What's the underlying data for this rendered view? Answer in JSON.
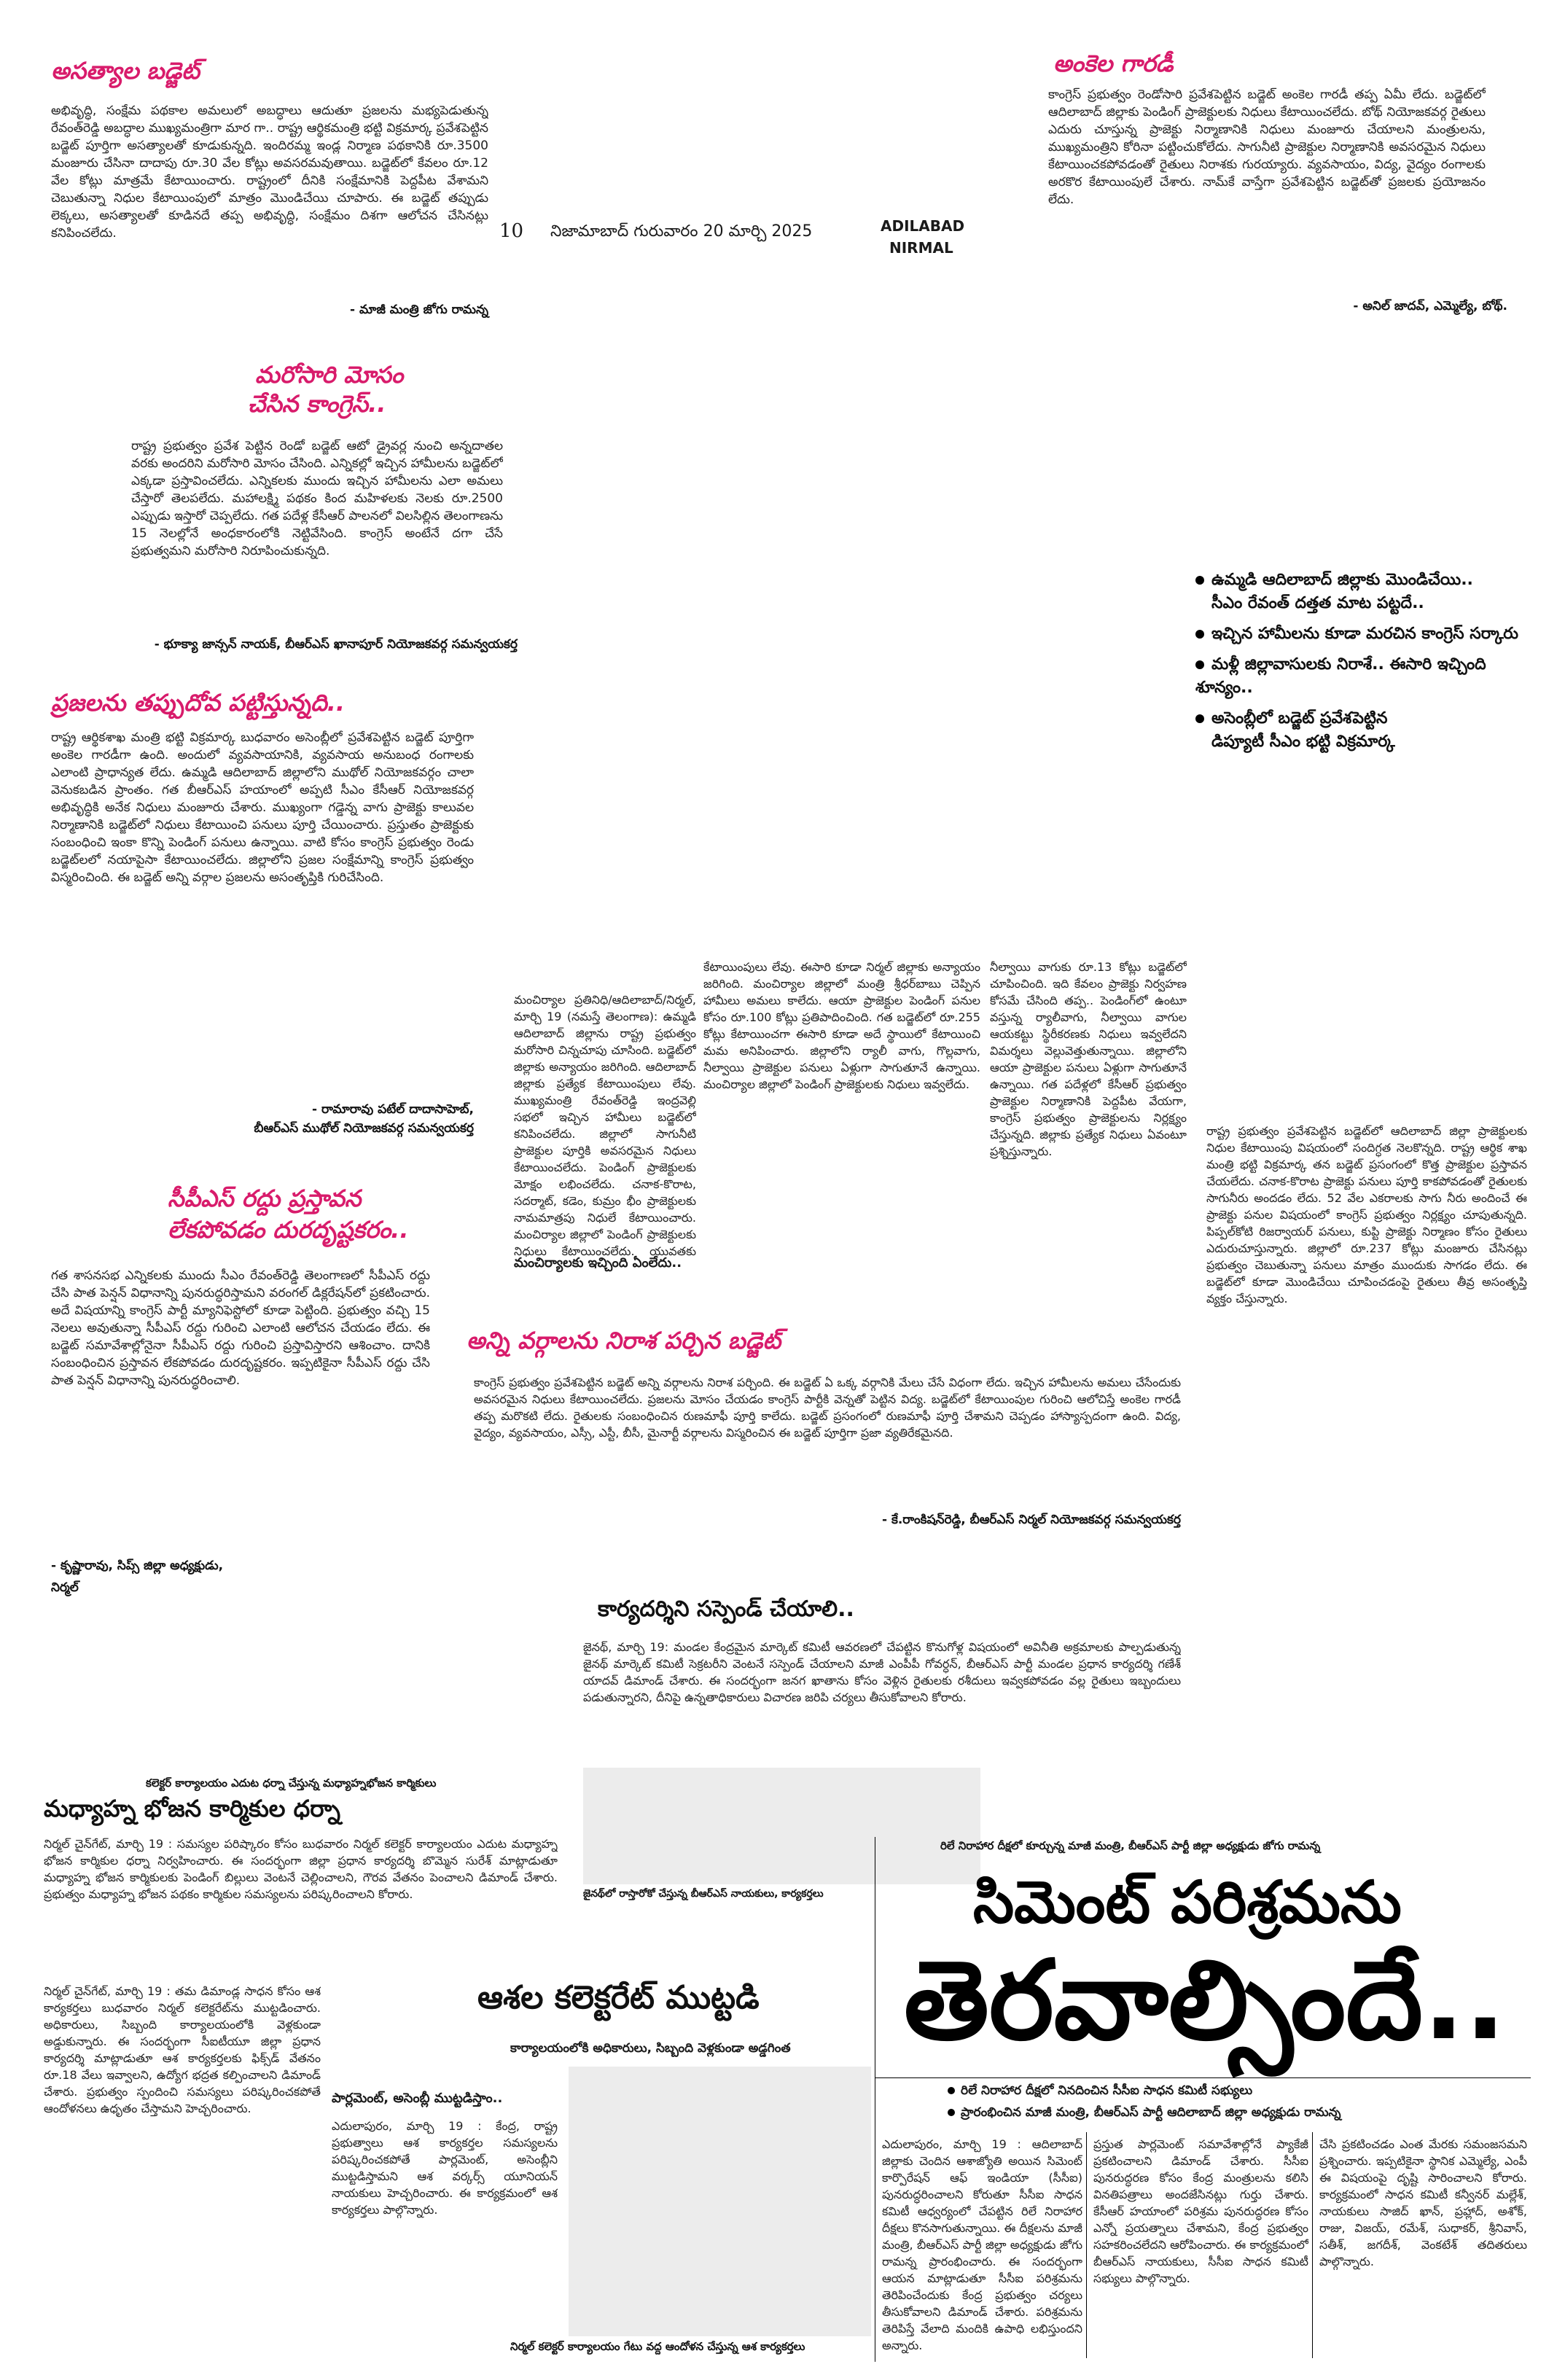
{
  "masthead": {
    "page_no": "10",
    "dateline": "నిజామాబాద్ గురువారం 20 మార్చి 2025",
    "edition_line1": "ADILABAD",
    "edition_line2": "NIRMAL"
  },
  "article1": {
    "headline": "అసత్యాల బడ్జెట్",
    "body": "అభివృద్ధి, సంక్షేమ పథకాల అమలులో అబద్ధాలు ఆదుతూ ప్రజలను మభ్యపెడుతున్న రేవంత్‌రెడ్డి అబద్ధాల ముఖ్యమంత్రిగా మార గా.. రాష్ట్ర ఆర్థికమంత్రి భట్టి విక్రమార్క ప్రవేశపెట్టిన బడ్జెట్ పూర్తిగా అసత్యాలతో కూడుకున్నది. ఇందిరమ్మ ఇండ్ల నిర్మాణ పథకానికి రూ.3500 మంజూరు చేసినా దాదాపు రూ.30 వేల కోట్లు అవసరమవుతాయి. బడ్జెట్‌లో కేవలం రూ.12 వేల కోట్లు మాత్రమే కేటాయించారు. రాష్ట్రంలో దీనికి సంక్షేమానికి పెద్దపీట వేశామని చెబుతున్నా నిధుల కేటాయింపులో మాత్రం మొండిచేయి చూపారు. ఈ బడ్జెట్ తప్పుడు లెక్కలు, అసత్యాలతో కూడినదే తప్ప అభివృద్ధి, సంక్షేమం దిశగా ఆలోచన చేసినట్లు కనిపించలేదు.",
    "byline": "- మాజీ మంత్రి జోగు రామన్న"
  },
  "article2": {
    "headline": "అంకెల గారడీ",
    "body": "కాంగ్రెస్ ప్రభుత్వం రెండోసారి ప్రవేశపెట్టిన బడ్జెట్ అంకెల గారడీ తప్ప ఏమీ లేదు. బడ్జెట్‌లో ఆదిలాబాద్ జిల్లాకు పెండింగ్ ప్రాజెక్టులకు నిధులు కేటాయించలేదు. బోథ్ నియోజకవర్గ రైతులు ఎదురు చూస్తున్న ప్రాజెక్టు నిర్మాణానికి నిధులు మంజూరు చేయాలని మంత్రులను, ముఖ్యమంత్రిని కోరినా పట్టించుకోలేదు. సాగునీటి ప్రాజెక్టుల నిర్మాణానికి అవసరమైన నిధులు కేటాయించకపోవడంతో రైతులు నిరాశకు గురయ్యారు. వ్యవసాయం, విద్య, వైద్యం రంగాలకు అరకొర కేటాయింపులే చేశారు. నామ్‌కే వాస్తేగా ప్రవేశపెట్టిన బడ్జెట్‌తో ప్రజలకు ప్రయోజనం లేదు.",
    "byline": "- అనిల్ జాదవ్, ఎమ్మెల్యే, బోథ్."
  },
  "article3": {
    "headline_line1": "మరోసారి మోసం",
    "headline_line2": "చేసిన కాంగ్రెస్..",
    "body": "రాష్ట్ర ప్రభుత్వం ప్రవేశ పెట్టిన రెండో బడ్జెట్ ఆటో డ్రైవర్ల నుంచి అన్నదాతల వరకు అందరిని మరోసారి మోసం చేసింది. ఎన్నికల్లో ఇచ్చిన హామీలను బడ్జెట్‌లో ఎక్కడా ప్రస్తావించలేదు. ఎన్నికలకు ముందు ఇచ్చిన హామీలను ఎలా అమలు చేస్తారో తెలపలేదు. మహాలక్ష్మి పథకం కింద మహిళలకు నెలకు రూ.2500 ఎప్పుడు ఇస్తారో చెప్పలేదు. గత పదేళ్ల కేసీఆర్ పాలనలో విలసిల్లిన తెలంగాణను 15 నెలల్లోనే అంధకారంలోకి నెట్టివేసింది. కాంగ్రెస్ అంటేనే దగా చేసే ప్రభుత్వమని మరోసారి నిరూపించుకున్నది.",
    "byline": "- భూక్యా జాన్సన్ నాయక్, బీఆర్‌ఎస్ ఖానాపూర్ నియోజకవర్గ సమన్వయకర్త"
  },
  "article4": {
    "headline": "ప్రజలను తప్పుదోవ పట్టిస్తున్నది..",
    "body": "రాష్ట్ర ఆర్థికశాఖ మంత్రి భట్టి విక్రమార్క బుధవారం అసెంబ్లీలో ప్రవేశపెట్టిన బడ్జెట్ పూర్తిగా అంకెల గారడీగా ఉంది. అందులో వ్యవసాయానికి, వ్యవసాయ అనుబంధ రంగాలకు ఎలాంటి ప్రాధాన్యత లేదు. ఉమ్మడి ఆదిలాబాద్ జిల్లాలోని ముథోల్ నియోజకవర్గం చాలా వెనుకబడిన ప్రాంతం. గత బీఆర్‌ఎస్ హయాంలో అప్పటి సీఎం కేసీఆర్ నియోజకవర్గ అభివృద్ధికి అనేక నిధులు మంజూరు చేశారు. ముఖ్యంగా గడ్డెన్న వాగు ప్రాజెక్టు కాలువల నిర్మాణానికి బడ్జెట్‌లో నిధులు కేటాయించి పనులు పూర్తి చేయించారు. ప్రస్తుతం ప్రాజెక్టుకు సంబంధించి ఇంకా కొన్ని పెండింగ్ పనులు ఉన్నాయి. వాటి కోసం కాంగ్రెస్ ప్రభుత్వం రెండు బడ్జెట్‌లలో నయాపైసా కేటాయించలేదు. జిల్లాలోని ప్రజల సంక్షేమాన్ని కాంగ్రెస్ ప్రభుత్వం విస్మరించింది. ఈ బడ్జెట్ అన్ని వర్గాల ప్రజలను అసంతృప్తికి గురిచేసింది.",
    "byline_line1": "- రామారావు పటేల్ దాదాసాహెబ్,",
    "byline_line2": "బీఆర్‌ఎస్ ముథోల్ నియోజకవర్గ సమన్వయకర్త"
  },
  "article5": {
    "headline_line1": "సీపీఎస్ రద్దు ప్రస్తావన",
    "headline_line2": "లేకపోవడం దురదృష్టకరం..",
    "body": "గత శాసనసభ ఎన్నికలకు ముందు సీఎం రేవంత్‌రెడ్డి తెలంగాణలో సీపీఎస్ రద్దు చేసి పాత పెన్షన్ విధానాన్ని పునరుద్ధరిస్తామని వరంగల్ డిక్లరేషన్‌లో ప్రకటించారు. అదే విషయాన్ని కాంగ్రెస్ పార్టీ మ్యానిఫెస్టోలో కూడా పెట్టింది. ప్రభుత్వం వచ్చి 15 నెలలు అవుతున్నా సీపీఎస్ రద్దు గురించి ఎలాంటి ఆలోచన చేయడం లేదు. ఈ బడ్జెట్ సమావేశాల్లోనైనా సీపీఎస్ రద్దు గురించి ప్రస్తావిస్తారని ఆశించాం. దానికి సంబంధించిన ప్రస్తావన లేకపోవడం దురదృష్టకరం. ఇప్పటికైనా సీపీఎస్ రద్దు చేసి పాత పెన్షన్ విధానాన్ని పునరుద్ధరించాలి.",
    "byline_line1": "- కృష్ణారావు, సిప్స్ జిల్లా అధ్యక్షుడు,",
    "byline_line2": "నిర్మల్"
  },
  "article6": {
    "dateline_body": "మంచిర్యాల ప్రతినిధి/ఆదిలాబాద్/నిర్మల్, మార్చి 19 (నమస్తే తెలంగాణ): ఉమ్మడి ఆదిలాబాద్ జిల్లాను రాష్ట్ర ప్రభుత్వం మరోసారి చిన్నచూపు చూసింది. బడ్జెట్‌లో జిల్లాకు అన్యాయం జరిగింది. ఆదిలాబాద్ జిల్లాకు ప్రత్యేక కేటాయింపులు లేవు. ముఖ్యమంత్రి రేవంత్‌రెడ్డి ఇంద్రవెల్లి సభలో ఇచ్చిన హామీలు బడ్జెట్‌లో కనిపించలేదు. జిల్లాలో సాగునీటి ప్రాజెక్టుల పూర్తికి అవసరమైన నిధులు కేటాయించలేదు. పెండింగ్ ప్రాజెక్టులకు మోక్షం లభించలేదు. చనాక-కొరాట, సదర్మాట్, కడెం, కుమ్రం భీం ప్రాజెక్టులకు నామమాత్రపు నిధులే కేటాయించారు. మంచిర్యాల జిల్లాలో పెండింగ్ ప్రాజెక్టులకు నిధులు కేటాయించలేదు. యువతకు ఉపాధి కల్పించే పరిశ్రమల ఏర్పాటు ప్రస్తావన లేదు.",
    "body2": "కేటాయింపులు లేవు. ఈసారి కూడా నిర్మల్ జిల్లాకు అన్యాయం జరిగింది. మంచిర్యాల జిల్లాలో మంత్రి శ్రీధర్‌బాబు చెప్పిన హామీలు అమలు కాలేదు. ఆయా ప్రాజెక్టుల పెండింగ్ పనుల కోసం రూ.100 కోట్లు ప్రతిపాదించింది. గత బడ్జెట్‌లో రూ.255 కోట్లు కేటాయించగా ఈసారి కూడా అదే స్థాయిలో కేటాయించి మమ అనిపించారు. జిల్లాలోని ర్యాలీ వాగు, గొల్లవాగు, నీల్వాయి ప్రాజెక్టుల పనులు ఏళ్లుగా సాగుతూనే ఉన్నాయి. మంచిర్యాల జిల్లాలో పెండింగ్ ప్రాజెక్టులకు నిధులు ఇవ్వలేదు.",
    "body3": "నీల్వాయి వాగుకు రూ.13 కోట్లు బడ్జెట్‌లో చూపించింది. ఇది కేవలం ప్రాజెక్టు నిర్వహణ కోసమే చేసింది తప్ప.. పెండింగ్‌లో ఉంటూ వస్తున్న ర్యాలీవాగు, నీల్వాయి వాగుల ఆయకట్టు స్థిరీకరణకు నిధులు ఇవ్వలేదని విమర్శలు వెల్లువెత్తుతున్నాయి. జిల్లాలోని ఆయా ప్రాజెక్టుల పనులు ఏళ్లుగా సాగుతూనే ఉన్నాయి. గత పదేళ్లలో కేసీఆర్ ప్రభుత్వం ప్రాజెక్టుల నిర్మాణానికి పెద్దపీట వేయగా, కాంగ్రెస్ ప్రభుత్వం ప్రాజెక్టులను నిర్లక్ష్యం చేస్తున్నది. జిల్లాకు ప్రత్యేక నిధులు ఏవంటూ ప్రశ్నిస్తున్నారు.",
    "subhead": "మంచిర్యాలకు ఇచ్చింది ఏంలేదు..",
    "body4": "రాష్ట్ర ప్రభుత్వం ప్రవేశపెట్టిన బడ్జెట్‌లో ఆదిలాబాద్ జిల్లా ప్రాజెక్టులకు నిధుల కేటాయింపు విషయంలో సందిగ్ధత నెలకొన్నది. రాష్ట్ర ఆర్థిక శాఖ మంత్రి భట్టి విక్రమార్క తన బడ్జెట్ ప్రసంగంలో కొత్త ప్రాజెక్టుల ప్రస్తావన చేయలేదు. చనాక-కొరాట ప్రాజెక్టు పనులు పూర్తి కాకపోవడంతో రైతులకు సాగునీరు అందడం లేదు. 52 వేల ఎకరాలకు సాగు నీరు అందించే ఈ ప్రాజెక్టు పనుల విషయంలో కాంగ్రెస్ ప్రభుత్వం నిర్లక్ష్యం చూపుతున్నది. పిప్పల్‌కోటి రిజర్వాయర్ పనులు, కుప్టి ప్రాజెక్టు నిర్మాణం కోసం రైతులు ఎదురుచూస్తున్నారు. జిల్లాలో రూ.237 కోట్లు మంజూరు చేసినట్లు ప్రభుత్వం చెబుతున్నా పనులు మాత్రం ముందుకు సాగడం లేదు. ఈ బడ్జెట్‌లో కూడా మొండిచేయి చూపించడంపై రైతులు తీవ్ర అసంతృప్తి వ్యక్తం చేస్తున్నారు."
  },
  "bullets": [
    "ఉమ్మడి ఆదిలాబాద్ జిల్లాకు మొండిచేయి..",
    "సీఎం రేవంత్ దత్తత మాట పట్టదే..",
    "ఇచ్చిన హామీలను కూడా మరచిన కాంగ్రెస్ సర్కారు",
    "మళ్లీ జిల్లావాసులకు నిరాశే.. ఈసారి ఇచ్చింది శూన్యం..",
    "అసెంబ్లీలో బడ్జెట్ ప్రవేశపెట్టిన",
    "డిప్యూటీ సీఎం భట్టి విక్రమార్క"
  ],
  "article7": {
    "headline": "అన్ని వర్గాలను నిరాశ పర్చిన బడ్జెట్",
    "body": "కాంగ్రెస్ ప్రభుత్వం ప్రవేశపెట్టిన బడ్జెట్ అన్ని వర్గాలను నిరాశ పర్చింది. ఈ బడ్జెట్ ఏ ఒక్క వర్గానికి మేలు చేసే విధంగా లేదు. ఇచ్చిన హామీలను అమలు చేసేందుకు అవసరమైన నిధులు కేటాయించలేదు. ప్రజలను మోసం చేయడం కాంగ్రెస్ పార్టీకి వెన్నతో పెట్టిన విద్య. బడ్జెట్‌లో కేటాయింపుల గురించి ఆలోచిస్తే అంకెల గారడీ తప్ప మరొకటి లేదు. రైతులకు సంబంధించిన రుణమాఫీ పూర్తి కాలేదు. బడ్జెట్ ప్రసంగంలో రుణమాఫీ పూర్తి చేశామని చెప్పడం హాస్యాస్పదంగా ఉంది. విద్య, వైద్యం, వ్యవసాయం, ఎస్సీ, ఎస్టీ, బీసీ, మైనార్టీ వర్గాలను విస్మరించిన ఈ బడ్జెట్ పూర్తిగా ప్రజా వ్యతిరేకమైనది.",
    "byline": "- కే.రాంకిషన్‌రెడ్డి, బీఆర్‌ఎస్ నిర్మల్ నియోజకవర్గ సమన్వయకర్త"
  },
  "article8": {
    "headline": "కార్యదర్శిని సస్పెండ్ చేయాలి..",
    "body": "జైనథ్, మార్చి 19: మండల కేంద్రమైన మార్కెట్ కమిటీ ఆవరణలో చేపట్టిన కొనుగోళ్ల విషయంలో అవినీతి అక్రమాలకు పాల్పడుతున్న జైనథ్ మార్కెట్ కమిటీ సెక్రటరీని వెంటనే సస్పెండ్ చేయాలని మాజీ ఎంపీపీ గోవర్ధన్, బీఆర్‌ఎస్ పార్టీ మండల ప్రధాన కార్యదర్శి గణేశ్ యాదవ్ డిమాండ్ చేశారు. ఈ సందర్భంగా జనగ ఖాతాను కోసం వెళ్లిన రైతులకు రశీదులు ఇవ్వకపోవడం వల్ల రైతులు ఇబ్బందులు పడుతున్నారని, దీనిపై ఉన్నతాధికారులు విచారణ జరిపి చర్యలు తీసుకోవాలని కోరారు.",
    "caption": "జైనథ్‌లో రాస్తారోకో చేస్తున్న బీఆర్‌ఎస్ నాయకులు, కార్యకర్తలు"
  },
  "article9": {
    "caption_top": "కలెక్టర్ కార్యాలయం ఎదుట ధర్నా చేస్తున్న మధ్యాహ్నభోజన కార్మికులు",
    "headline": "మధ్యాహ్న భోజన కార్మికుల ధర్నా",
    "body": "నిర్మల్ చైన్‌గేట్, మార్చి 19 : సమస్యల పరిష్కారం కోసం బుధవారం నిర్మల్ కలెక్టర్ కార్యాలయం ఎదుట మధ్యాహ్న భోజన కార్మికుల ధర్నా నిర్వహించారు. ఈ సందర్భంగా జిల్లా ప్రధాన కార్యదర్శి బొమ్మెన సురేశ్ మాట్లాడుతూ మధ్యాహ్న భోజన కార్మికులకు పెండింగ్ బిల్లులు వెంటనే చెల్లించాలని, గౌరవ వేతనం పెంచాలని డిమాండ్ చేశారు. ప్రభుత్వం మధ్యాహ్న భోజన పథకం కార్మికుల సమస్యలను పరిష్కరించాలని కోరారు."
  },
  "article10": {
    "headline": "ఆశల కలెక్టరేట్ ముట్టడి",
    "subhead": "కార్యాలయంలోకి అధికారులు, సిబ్బంది వెళ్లకుండా అడ్డగింత",
    "body": "నిర్మల్ చైన్‌గేట్, మార్చి 19 : తమ డిమాండ్ల సాధన కోసం ఆశ కార్యకర్తలు బుధవారం నిర్మల్ కలెక్టరేట్‌ను ముట్టడించారు. అధికారులు, సిబ్బంది కార్యాలయంలోకి వెళ్లకుండా అడ్డుకున్నారు. ఈ సందర్భంగా సీఐటీయూ జిల్లా ప్రధాన కార్యదర్శి మాట్లాడుతూ ఆశ కార్యకర్తలకు ఫిక్స్‌డ్ వేతనం రూ.18 వేలు ఇవ్వాలని, ఉద్యోగ భద్రత కల్పించాలని డిమాండ్ చేశారు. ప్రభుత్వం స్పందించి సమస్యలు పరిష్కరించకపోతే ఆందోళనలు ఉధృతం చేస్తామని హెచ్చరించారు.",
    "subhead2": "పార్లమెంట్, అసెంబ్లీ ముట్టడిస్తాం..",
    "body2": "ఎదులాపురం, మార్చి 19 : కేంద్ర, రాష్ట్ర ప్రభుత్వాలు ఆశ కార్యకర్తల సమస్యలను పరిష్కరించకపోతే పార్లమెంట్, అసెంబ్లీని ముట్టడిస్తామని ఆశ వర్కర్స్ యూనియన్ నాయకులు హెచ్చరించారు. ఈ కార్యక్రమంలో ఆశ కార్యకర్తలు పాల్గొన్నారు.",
    "caption": "నిర్మల్ కలెక్టర్ కార్యాలయం గేటు వద్ద ఆందోళన చేస్తున్న ఆశ కార్యకర్తలు"
  },
  "article11": {
    "kicker": "రిలే నిరాహార దీక్షలో కూర్చున్న మాజీ మంత్రి, బీఆర్‌ఎస్ పార్టీ జిల్లా అధ్యక్షుడు జోగు రామన్న",
    "headline_line1": "సిమెంట్ పరిశ్రమను",
    "headline_line2": "తెరవాల్సిందే..",
    "bullet1": "రిలే నిరాహార దీక్షలో నినదించిన సీసీఐ సాధన కమిటీ సభ్యులు",
    "bullet2": "ప్రారంభించిన మాజీ మంత్రి, బీఆర్‌ఎస్ పార్టీ ఆదిలాబాద్ జిల్లా అధ్యక్షుడు రామన్న",
    "body": "ఎదులాపురం, మార్చి 19 : ఆదిలాబాద్ జిల్లాకు చెందిన ఆశాజ్యోతి అయిన సిమెంట్ కార్పొరేషన్ ఆఫ్ ఇండియా (సీసీఐ) పునరుద్ధరించాలని కోరుతూ సీసీఐ సాధన కమిటీ ఆధ్వర్యంలో చేపట్టిన రిలే నిరాహార దీక్షలు కొనసాగుతున్నాయి. ఈ దీక్షలను మాజీ మంత్రి, బీఆర్‌ఎస్ పార్టీ జిల్లా అధ్యక్షుడు జోగు రామన్న ప్రారంభించారు. ఈ సందర్భంగా ఆయన మాట్లాడుతూ సీసీఐ పరిశ్రమను తెరిపించేందుకు కేంద్ర ప్రభుత్వం చర్యలు తీసుకోవాలని డిమాండ్ చేశారు. పరిశ్రమను తెరిపిస్తే వేలాది మందికి ఉపాధి లభిస్తుందని అన్నారు.",
    "body2": "ప్రస్తుత పార్లమెంట్ సమావేశాల్లోనే ప్యాకేజీ ప్రకటించాలని డిమాండ్ చేశారు. సీసీఐ పునరుద్ధరణ కోసం కేంద్ర మంత్రులను కలిసి వినతిపత్రాలు అందజేసినట్లు గుర్తు చేశారు. కేసీఆర్ హయాంలో పరిశ్రమ పునరుద్ధరణ కోసం ఎన్నో ప్రయత్నాలు చేశామని, కేంద్ర ప్రభుత్వం సహకరించలేదని ఆరోపించారు. ఈ కార్యక్రమంలో బీఆర్‌ఎస్ నాయకులు, సీసీఐ సాధన కమిటీ సభ్యులు పాల్గొన్నారు.",
    "body3": "చేసి ప్రకటించడం ఎంత మేరకు సమంజసమని ప్రశ్నించారు. ఇప్పటికైనా స్థానిక ఎమ్మెల్యే, ఎంపీ ఈ విషయంపై దృష్టి సారించాలని కోరారు. కార్యక్రమంలో సాధన కమిటీ కన్వీనర్ మల్లేశ్, నాయకులు సాజిద్ ఖాన్, ప్రహ్లాద్, అశోక్, రాజు, విజయ్, రమేశ్, సుధాకర్, శ్రీనివాస్, సతీశ్, జగదీశ్, వెంకటేశ్ తదితరులు పాల్గొన్నారు."
  }
}
